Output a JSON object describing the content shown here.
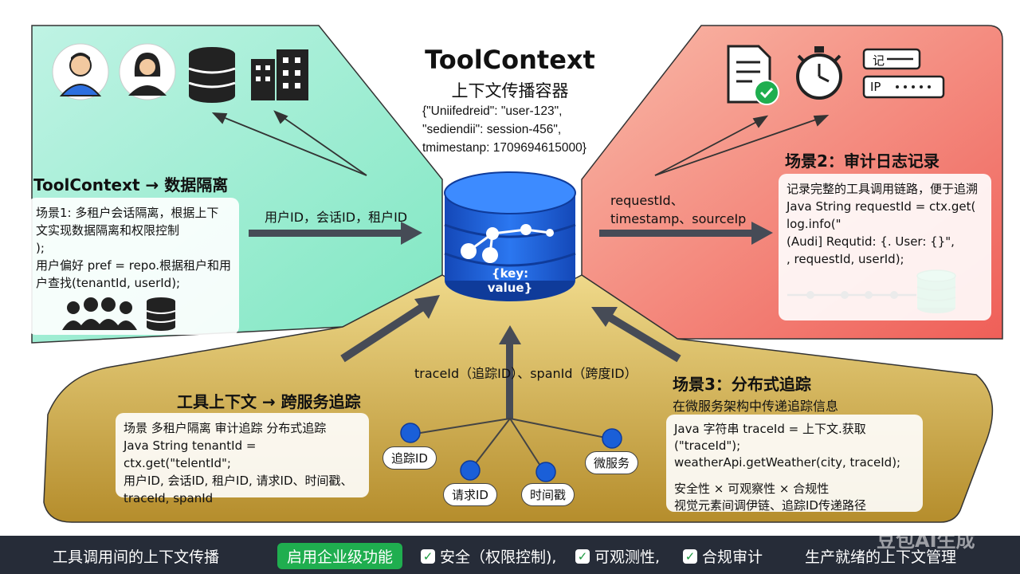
{
  "center": {
    "title": "ToolContext",
    "subtitle": "上下文传播容器",
    "json_lines": [
      "{\"Uniifedreid\": \"user-123\",",
      "\"sediendii\": session-456\",",
      "tmimestanp: 1709694615000}"
    ],
    "db_label": "{key: value}"
  },
  "left_panel": {
    "heading": "ToolContext → 数据隔离",
    "card_lines": [
      "场景1: 多租户会话隔离，根据上下",
      "文实现数据隔离和权限控制",
      ");",
      "用户偏好 pref = repo.根据租户和用",
      "户查找(tenantId, userId);"
    ],
    "arrow_label": "用户ID，会话ID，租户ID"
  },
  "right_panel": {
    "heading": "场景2：审计日志记录",
    "card_lines": [
      "记录完整的工具调用链路，便于追溯",
      "Java String requestId = ctx.get(",
      "   log.info(\"",
      "(Audi]  Requtid: {. User: {}\",",
      ", requestId, userId);"
    ],
    "arrow_label_1": "requestId、",
    "arrow_label_2": "timestamp、sourceIp",
    "icon_text_1": "记",
    "icon_text_2": "IP"
  },
  "bottom_left": {
    "heading": "工具上下文 → 跨服务追踪",
    "card_lines": [
      "场景   多租户隔离    审计追踪    分布式追踪",
      "Java String tenantId = ctx.get(\"telentId\";",
      "   用户ID, 会话ID, 租户ID, 请求ID、时间戳、",
      "   traceId, spanId"
    ]
  },
  "bottom_center": {
    "arrow_label": "traceId（追踪ID）、spanId（跨度ID）",
    "nodes": [
      "追踪ID",
      "请求ID",
      "时间戳",
      "微服务"
    ]
  },
  "bottom_right": {
    "heading": "场景3：分布式追踪",
    "subheading": "在微服务架构中传递追踪信息",
    "card_lines": [
      "Java 字符串 traceId = 上下文.获取(\"traceId\");",
      "  weatherApi.getWeather(city, traceId);",
      "",
      "安全性 × 可观察性 × 合规性",
      "视觉元素间调伊链、追踪ID传递路径"
    ]
  },
  "footer": {
    "left_text": "工具调用间的上下文传播",
    "button": "启用企业级功能",
    "check_1": "安全（权限控制),",
    "check_2": "可观测性,",
    "check_3": "合规审计",
    "right_text": "生产就绪的上下文管理",
    "watermark": "豆包AI生成"
  },
  "colors": {
    "left_bg": "#b6f0d8",
    "right_bg": "#f47a6e",
    "bottom_bg": "#c9a440",
    "db_blue": "#1f5fd6",
    "footer_bg": "#262c38",
    "accent_green": "#1fae4f"
  }
}
